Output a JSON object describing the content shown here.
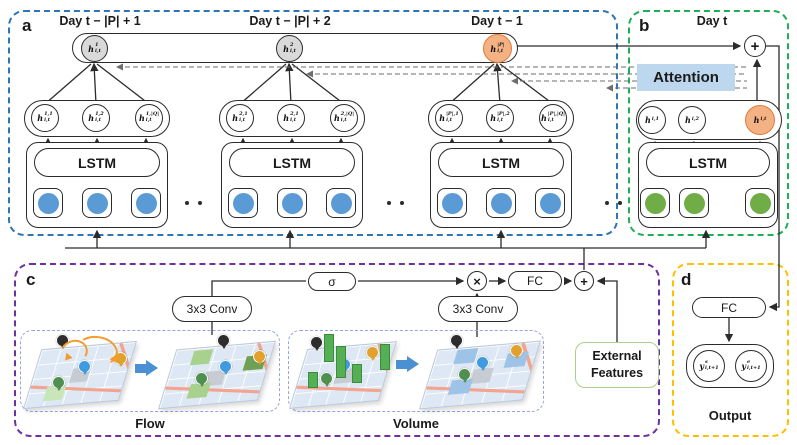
{
  "colors": {
    "panel_a_border": "#2e75b6",
    "panel_b_border": "#1faf54",
    "panel_c_border": "#7030a0",
    "panel_d_border": "#ffc000",
    "attention_bg": "#bdd7ee",
    "state_gray": "#d9d9d9",
    "state_orange": "#f4b183",
    "input_blue": "#5b9bd5",
    "input_green": "#70ad47",
    "flow_arc_orange": "#f59b2e",
    "map_arrow_blue": "#4a90d2",
    "subpanel_border": "#97a3e6"
  },
  "a": {
    "label": "a",
    "blocks": [
      {
        "day_title": "Day t − |P| + 1",
        "top": {
          "base": "h",
          "sup": "1",
          "sub": "i,t"
        },
        "hidden": [
          {
            "base": "h",
            "sup": "1,1",
            "sub": "i,t"
          },
          {
            "base": "h",
            "sup": "1,2",
            "sub": "i,t"
          },
          {
            "base": "h",
            "sup": "1,|Q|",
            "sub": "i,t"
          }
        ],
        "lstm_label": "LSTM"
      },
      {
        "day_title": "Day t − |P| + 2",
        "top": {
          "base": "h",
          "sup": "2",
          "sub": "i,t"
        },
        "hidden": [
          {
            "base": "h",
            "sup": "2,1",
            "sub": "i,t"
          },
          {
            "base": "h",
            "sup": "2,1",
            "sub": "i,t"
          },
          {
            "base": "h",
            "sup": "2,|Q|",
            "sub": "i,t"
          }
        ],
        "lstm_label": "LSTM"
      },
      {
        "day_title": "Day t − 1",
        "top": {
          "base": "h",
          "sup": "|P|",
          "sub": "i,t"
        },
        "hidden": [
          {
            "base": "h",
            "sup": "|P|,1",
            "sub": "i,t"
          },
          {
            "base": "h",
            "sup": "|P|,2",
            "sub": "i,t"
          },
          {
            "base": "h",
            "sup": "|P|,|Q|",
            "sub": "i,t"
          }
        ],
        "lstm_label": "LSTM"
      }
    ]
  },
  "b": {
    "label": "b",
    "day_title": "Day t",
    "attention_label": "Attention",
    "plus_symbol": "+",
    "hidden": [
      {
        "base": "h",
        "sub": "i,1"
      },
      {
        "base": "h",
        "sub": "i,2"
      },
      {
        "base": "h",
        "sub": "i,t"
      }
    ],
    "lstm_label": "LSTM"
  },
  "c": {
    "label": "c",
    "sigma_label": "σ",
    "conv_flow_label": "3x3 Conv",
    "conv_volume_label": "3x3 Conv",
    "times_symbol": "×",
    "fc_label": "FC",
    "plus_symbol": "+",
    "external_features": {
      "line1": "External",
      "line2": "Features"
    },
    "flow_caption": "Flow",
    "volume_caption": "Volume"
  },
  "d": {
    "label": "d",
    "fc_label": "FC",
    "outputs": [
      {
        "base": "y",
        "sup": "s",
        "sub": "i,t+1"
      },
      {
        "base": "y",
        "sup": "e",
        "sub": "i,t+1"
      }
    ],
    "caption": "Output"
  }
}
